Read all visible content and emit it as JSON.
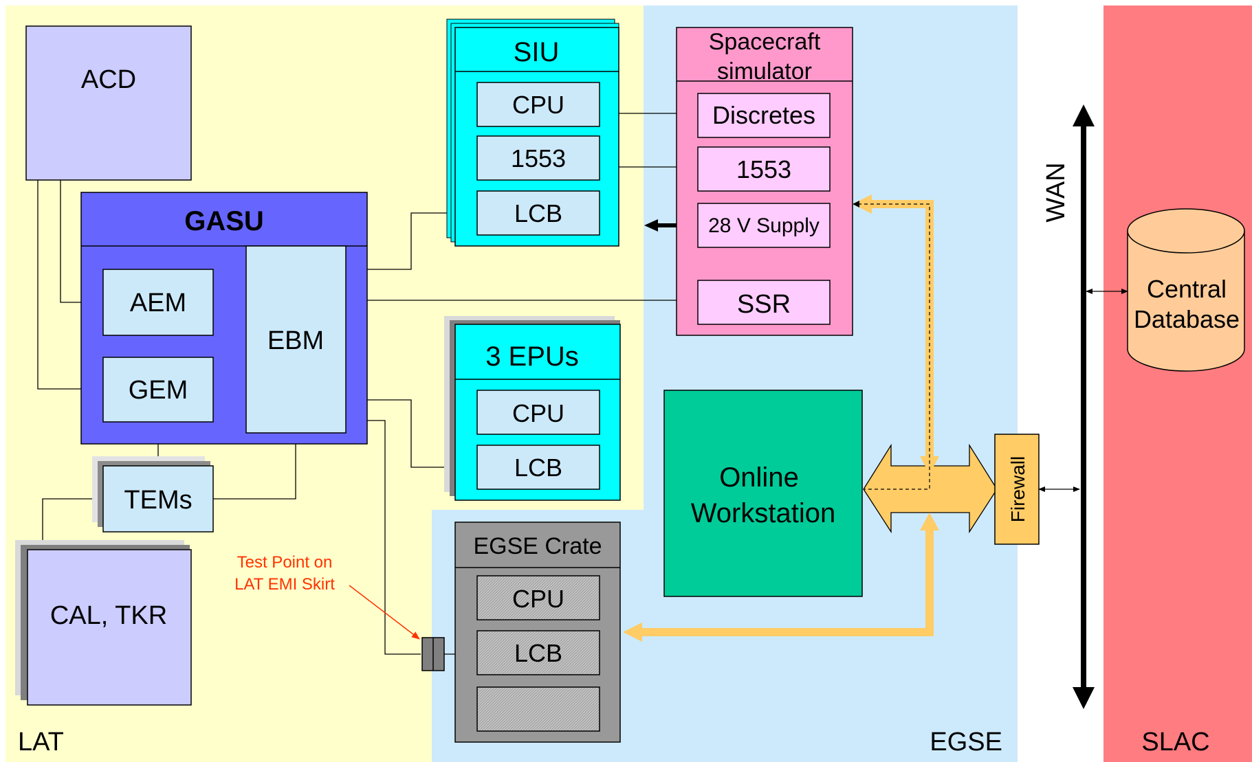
{
  "regions": {
    "lat": "LAT",
    "egse": "EGSE",
    "slac": "SLAC"
  },
  "blocks": {
    "acd": "ACD",
    "gasu": "GASU",
    "aem": "AEM",
    "gem": "GEM",
    "ebm": "EBM",
    "tems": "TEMs",
    "cal_tkr": "CAL, TKR",
    "siu": {
      "title": "SIU",
      "cpu": "CPU",
      "mil1553": "1553",
      "lcb": "LCB"
    },
    "epus": {
      "title": "3 EPUs",
      "cpu": "CPU",
      "lcb": "LCB"
    },
    "spacecraft": {
      "title_line1": "Spacecraft",
      "title_line2": "simulator",
      "discretes": "Discretes",
      "mil1553": "1553",
      "supply": "28 V Supply",
      "ssr": "SSR"
    },
    "egse_crate": {
      "title": "EGSE Crate",
      "cpu": "CPU",
      "lcb": "LCB"
    },
    "workstation_line1": "Online",
    "workstation_line2": "Workstation",
    "firewall": "Firewall",
    "wan": "WAN",
    "database_line1": "Central",
    "database_line2": "Database"
  },
  "annotations": {
    "test_point_line1": "Test Point on",
    "test_point_line2": "LAT EMI Skirt"
  },
  "colors": {
    "lat_bg": "#ffffcc",
    "egse_bg": "#cdeafc",
    "slac_bg": "#ff7c80",
    "lavender": "#ccccff",
    "gasu_blue": "#6666ff",
    "light_cyan": "#cce9fa",
    "cyan": "#00ffff",
    "pink": "#ff99cc",
    "light_pink": "#ffccff",
    "green": "#00cc99",
    "orange": "#ffcc66",
    "crate_gray": "#999999",
    "db_orange": "#ffcc99",
    "red_text": "#ff3300"
  }
}
